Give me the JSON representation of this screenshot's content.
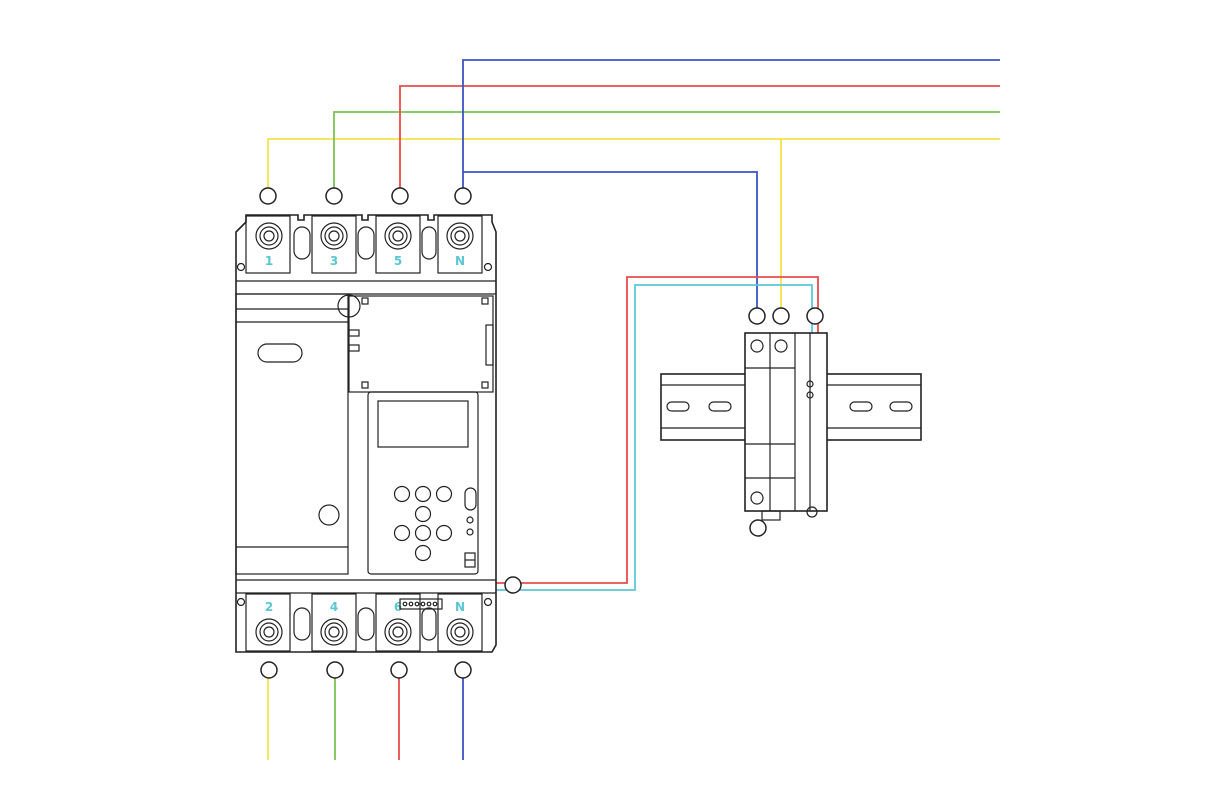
{
  "breaker": {
    "top_terminals": [
      "1",
      "3",
      "5",
      "N"
    ],
    "bottom_terminals": [
      "2",
      "4",
      "6",
      "N"
    ],
    "terminal_label_color": "#5bc6d3"
  },
  "wire_colors": {
    "yellow": "#f2e34a",
    "green": "#7cc352",
    "red": "#e94b4b",
    "blue": "#3a54c4",
    "cyan": "#5cc8d6"
  }
}
